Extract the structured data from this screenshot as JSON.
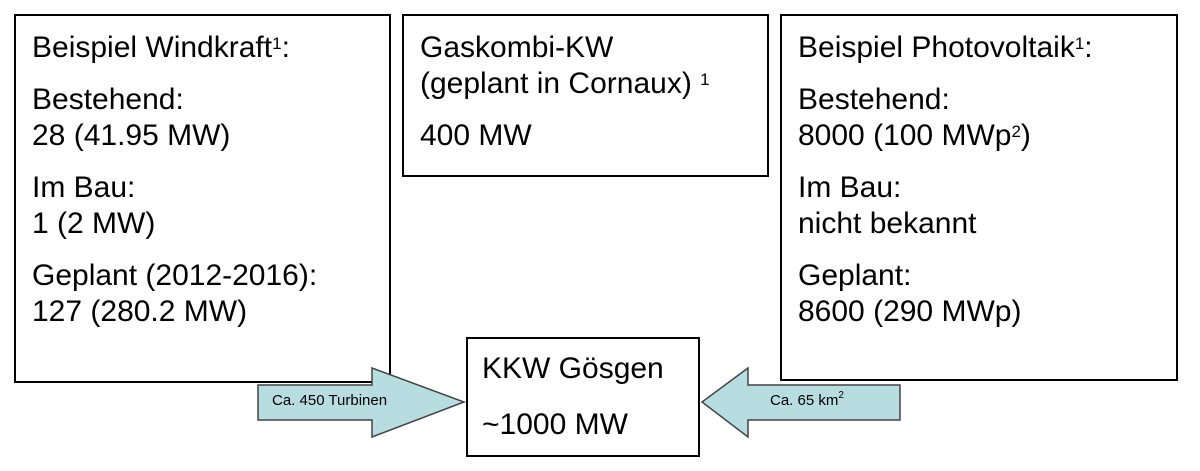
{
  "wind": {
    "title": "Beispiel Windkraft",
    "title_sup": "1",
    "title_suffix": ":",
    "existing_label": "Bestehend:",
    "existing_value": "28 (41.95 MW)",
    "construction_label": "Im Bau:",
    "construction_value": "1 (2 MW)",
    "planned_label": "Geplant (2012-2016):",
    "planned_value": "127 (280.2 MW)"
  },
  "gas": {
    "line1": "Gaskombi-KW",
    "line2": "(geplant in Cornaux)",
    "line2_sup": "1",
    "value": "400 MW"
  },
  "pv": {
    "title": "Beispiel Photovoltaik",
    "title_sup": "1",
    "title_suffix": ":",
    "existing_label": "Bestehend:",
    "existing_value": "8000 (100 MWp",
    "existing_sup": "2",
    "existing_close": ")",
    "construction_label": "Im Bau:",
    "construction_value": "nicht bekannt",
    "planned_label": "Geplant:",
    "planned_value": "8600 (290 MWp)"
  },
  "nuclear": {
    "title": "KKW Gösgen",
    "value": "~1000 MW"
  },
  "arrows": {
    "left_label": "Ca. 450 Turbinen",
    "right_label": "Ca. 65 km",
    "right_sup": "2",
    "fill": "#b7dde0"
  }
}
